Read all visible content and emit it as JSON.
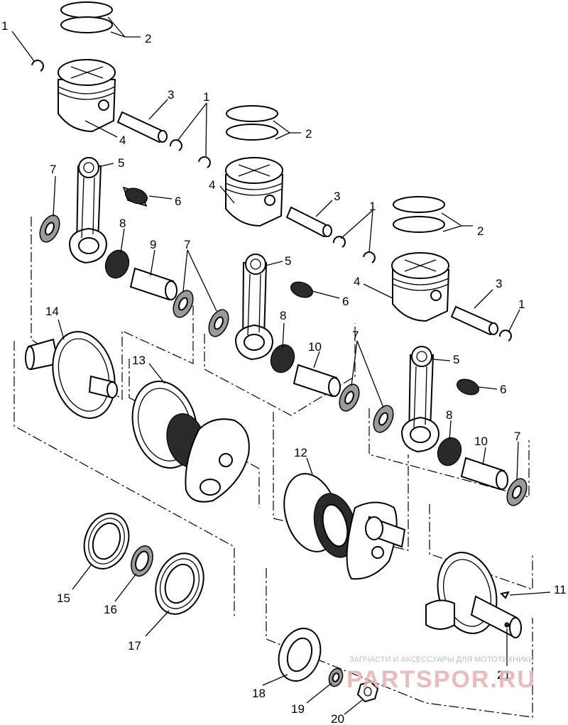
{
  "callouts": [
    "1",
    "2",
    "3",
    "4",
    "5",
    "6",
    "7",
    "8",
    "9",
    "10",
    "11",
    "12",
    "13",
    "14",
    "15",
    "16",
    "17",
    "18",
    "19",
    "20",
    "21"
  ],
  "watermark": {
    "tagline": "ЗАПЧАСТИ И АКСЕССУАРЫ ДЛЯ МОТОТЕХНИКИ",
    "brand": "PARTSPOR.RU"
  }
}
